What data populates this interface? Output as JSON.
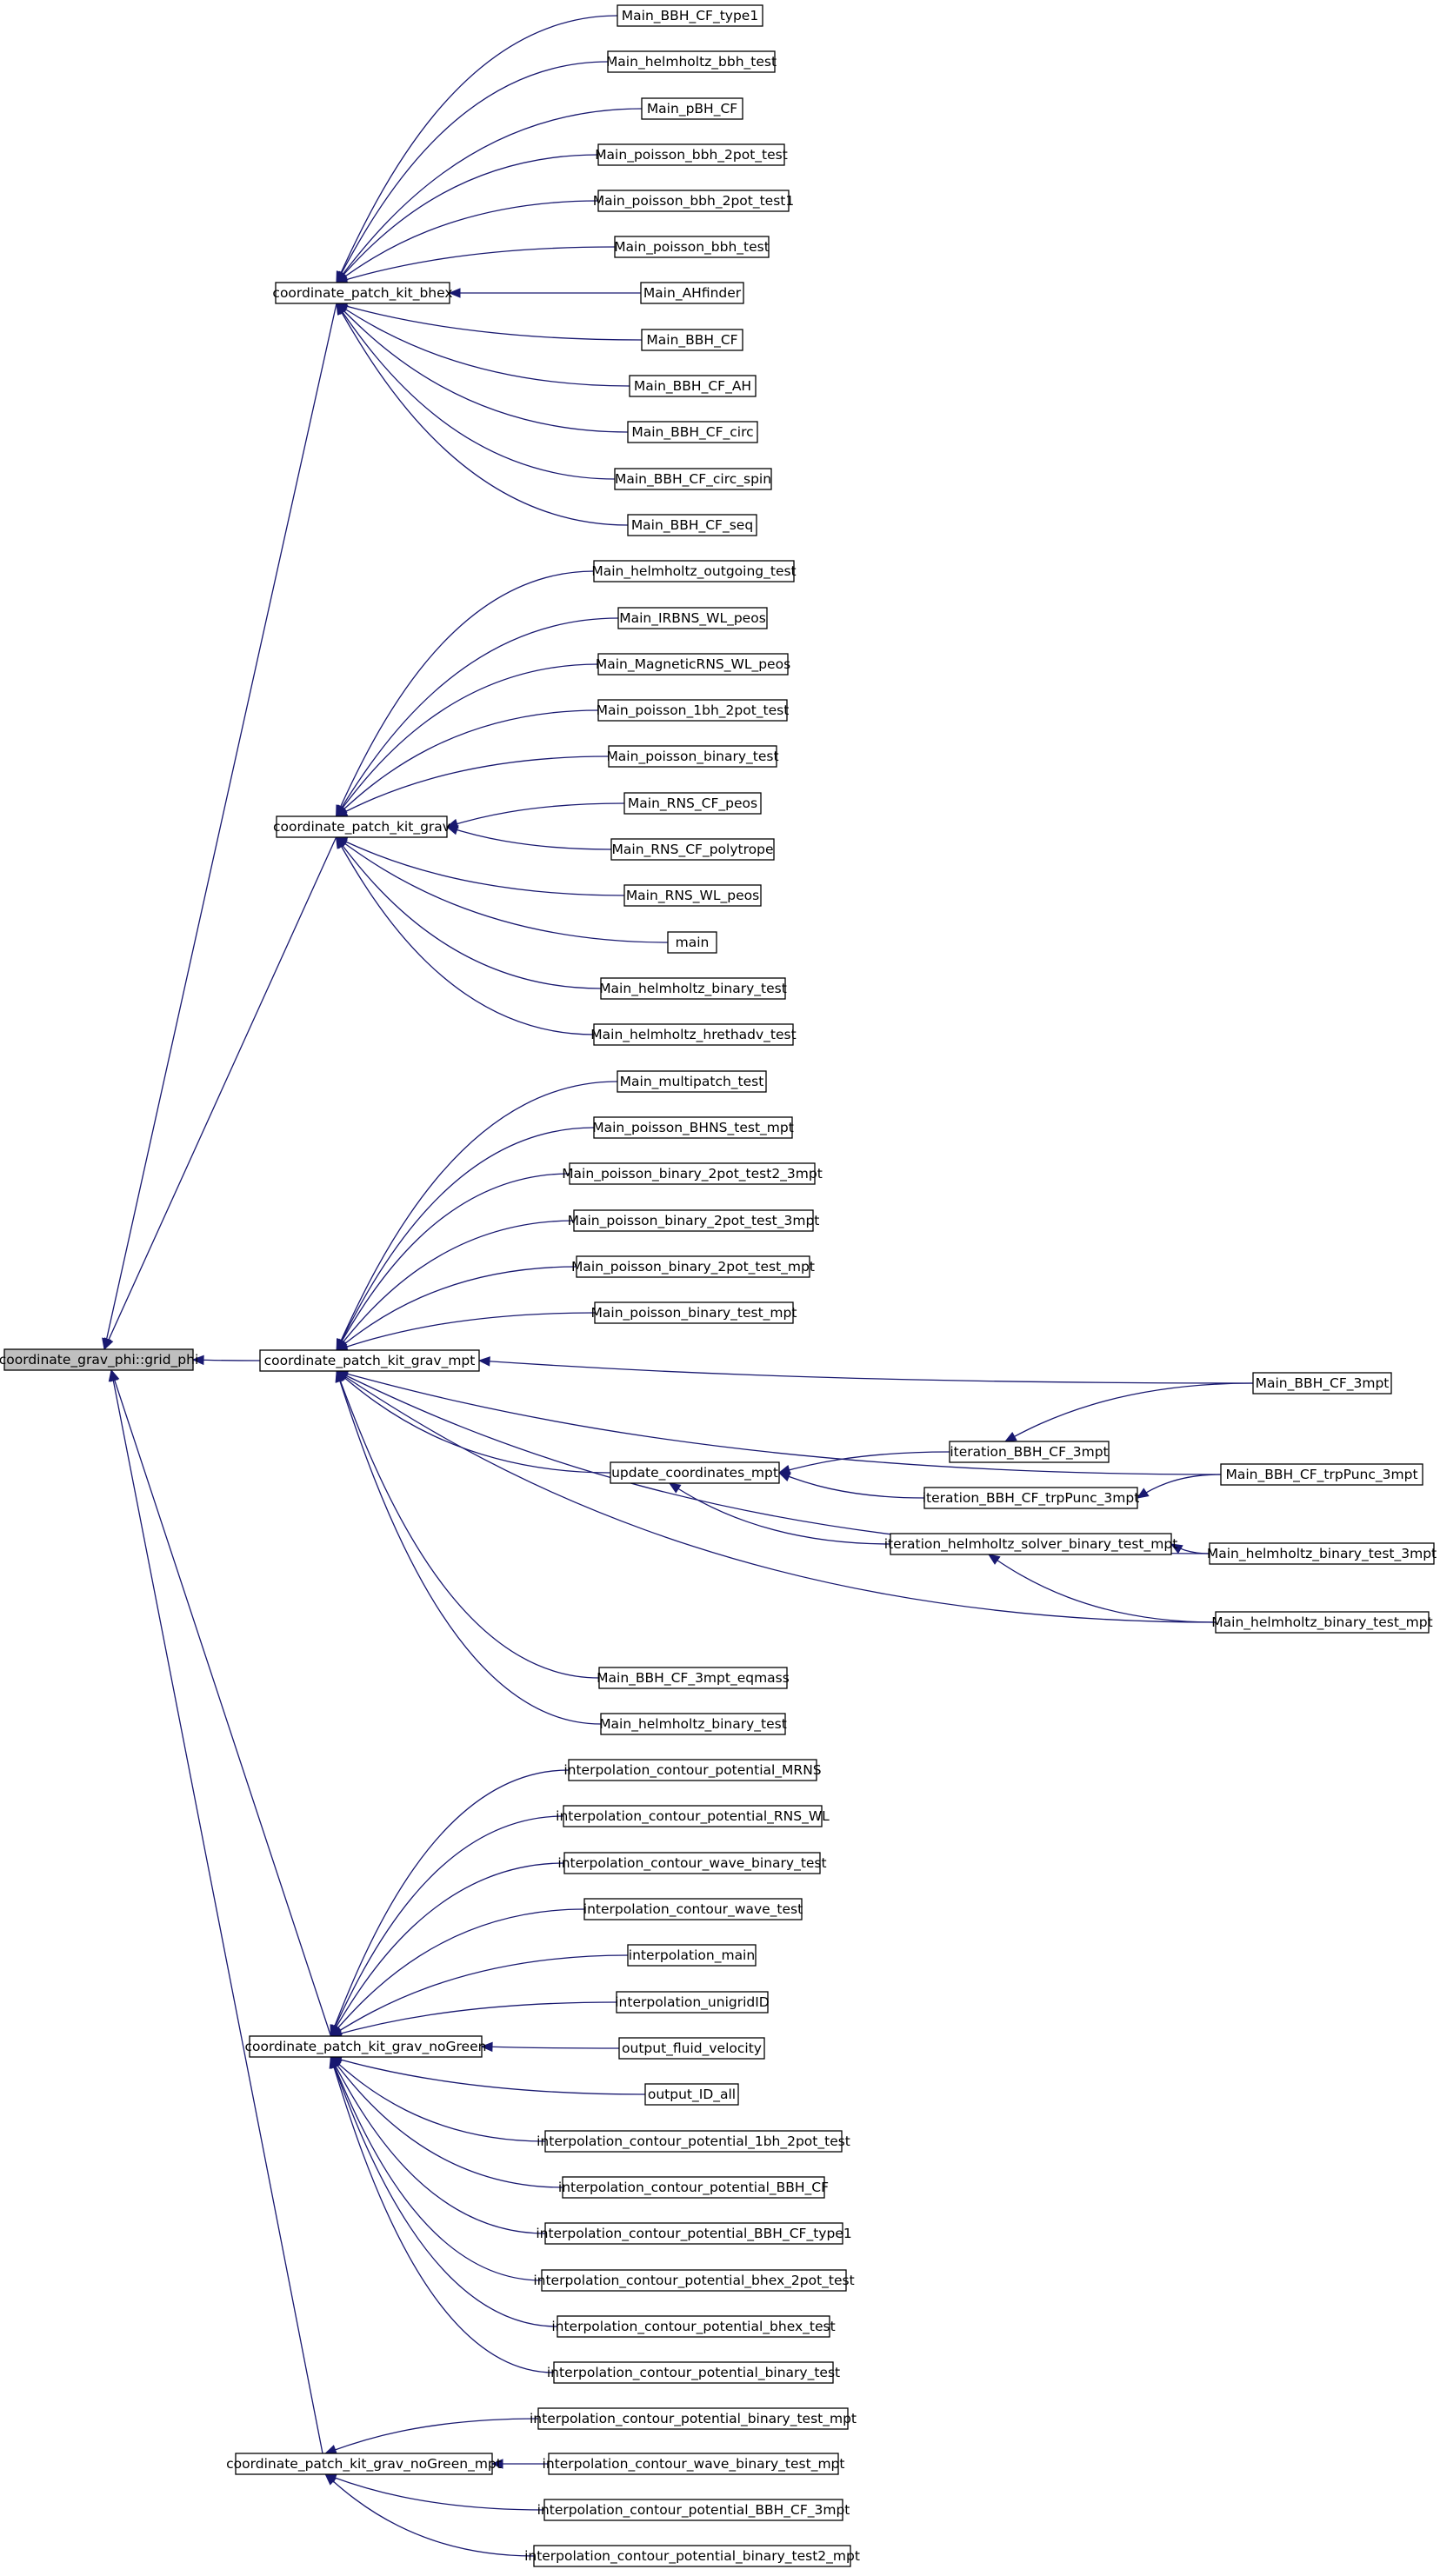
{
  "graph": {
    "colors": {
      "edge": "#191970",
      "root_fill": "#bfbfbf",
      "node_fill": "#ffffff",
      "border": "#000000"
    },
    "nodes": [
      {
        "id": "n0",
        "label": "coordinate_grav_phi::grid_phi",
        "root": true
      },
      {
        "id": "n1",
        "label": "coordinate_patch_kit_bhex"
      },
      {
        "id": "n2",
        "label": "coordinate_patch_kit_grav"
      },
      {
        "id": "n3",
        "label": "coordinate_patch_kit_grav_mpt"
      },
      {
        "id": "n4",
        "label": "coordinate_patch_kit_grav_noGreen"
      },
      {
        "id": "n5",
        "label": "coordinate_patch_kit_grav_noGreen_mpt"
      },
      {
        "id": "b1",
        "label": "Main_BBH_CF_type1"
      },
      {
        "id": "b2",
        "label": "Main_helmholtz_bbh_test"
      },
      {
        "id": "b3",
        "label": "Main_pBH_CF"
      },
      {
        "id": "b4",
        "label": "Main_poisson_bbh_2pot_test"
      },
      {
        "id": "b5",
        "label": "Main_poisson_bbh_2pot_test1"
      },
      {
        "id": "b6",
        "label": "Main_poisson_bbh_test"
      },
      {
        "id": "b7",
        "label": "Main_AHfinder"
      },
      {
        "id": "b8",
        "label": "Main_BBH_CF"
      },
      {
        "id": "b9",
        "label": "Main_BBH_CF_AH"
      },
      {
        "id": "b10",
        "label": "Main_BBH_CF_circ"
      },
      {
        "id": "b11",
        "label": "Main_BBH_CF_circ_spin"
      },
      {
        "id": "b12",
        "label": "Main_BBH_CF_seq"
      },
      {
        "id": "g1",
        "label": "Main_helmholtz_outgoing_test"
      },
      {
        "id": "g2",
        "label": "Main_IRBNS_WL_peos"
      },
      {
        "id": "g3",
        "label": "Main_MagneticRNS_WL_peos"
      },
      {
        "id": "g4",
        "label": "Main_poisson_1bh_2pot_test"
      },
      {
        "id": "g5",
        "label": "Main_poisson_binary_test"
      },
      {
        "id": "g6",
        "label": "Main_RNS_CF_peos"
      },
      {
        "id": "g7",
        "label": "Main_RNS_CF_polytrope"
      },
      {
        "id": "g8",
        "label": "Main_RNS_WL_peos"
      },
      {
        "id": "g9",
        "label": "main"
      },
      {
        "id": "g10",
        "label": "Main_helmholtz_binary_test"
      },
      {
        "id": "g11",
        "label": "Main_helmholtz_hrethadv_test"
      },
      {
        "id": "m1",
        "label": "Main_multipatch_test"
      },
      {
        "id": "m2",
        "label": "Main_poisson_BHNS_test_mpt"
      },
      {
        "id": "m3",
        "label": "Main_poisson_binary_2pot_test2_3mpt"
      },
      {
        "id": "m4",
        "label": "Main_poisson_binary_2pot_test_3mpt"
      },
      {
        "id": "m5",
        "label": "Main_poisson_binary_2pot_test_mpt"
      },
      {
        "id": "m6",
        "label": "Main_poisson_binary_test_mpt"
      },
      {
        "id": "m7",
        "label": "update_coordinates_mpt"
      },
      {
        "id": "m8",
        "label": "iteration_BBH_CF_3mpt"
      },
      {
        "id": "m9",
        "label": "iteration_BBH_CF_trpPunc_3mpt"
      },
      {
        "id": "m10",
        "label": "iteration_helmholtz_solver_binary_test_mpt"
      },
      {
        "id": "m11",
        "label": "Main_BBH_CF_3mpt"
      },
      {
        "id": "m12",
        "label": "Main_BBH_CF_trpPunc_3mpt"
      },
      {
        "id": "m13",
        "label": "Main_helmholtz_binary_test_3mpt"
      },
      {
        "id": "m14",
        "label": "Main_helmholtz_binary_test_mpt"
      },
      {
        "id": "m15",
        "label": "Main_BBH_CF_3mpt_eqmass"
      },
      {
        "id": "m16",
        "label": "Main_helmholtz_binary_test"
      },
      {
        "id": "ng1",
        "label": "interpolation_contour_potential_MRNS"
      },
      {
        "id": "ng2",
        "label": "interpolation_contour_potential_RNS_WL"
      },
      {
        "id": "ng3",
        "label": "interpolation_contour_wave_binary_test"
      },
      {
        "id": "ng4",
        "label": "interpolation_contour_wave_test"
      },
      {
        "id": "ng5",
        "label": "interpolation_main"
      },
      {
        "id": "ng6",
        "label": "interpolation_unigridID"
      },
      {
        "id": "ng7",
        "label": "output_fluid_velocity"
      },
      {
        "id": "ng8",
        "label": "output_ID_all"
      },
      {
        "id": "ng9",
        "label": "interpolation_contour_potential_1bh_2pot_test"
      },
      {
        "id": "ng10",
        "label": "interpolation_contour_potential_BBH_CF"
      },
      {
        "id": "ng11",
        "label": "interpolation_contour_potential_BBH_CF_type1"
      },
      {
        "id": "ng12",
        "label": "interpolation_contour_potential_bhex_2pot_test"
      },
      {
        "id": "ng13",
        "label": "interpolation_contour_potential_bhex_test"
      },
      {
        "id": "ng14",
        "label": "interpolation_contour_potential_binary_test"
      },
      {
        "id": "nm1",
        "label": "interpolation_contour_potential_binary_test_mpt"
      },
      {
        "id": "nm2",
        "label": "interpolation_contour_wave_binary_test_mpt"
      },
      {
        "id": "nm3",
        "label": "interpolation_contour_potential_BBH_CF_3mpt"
      },
      {
        "id": "nm4",
        "label": "interpolation_contour_potential_binary_test2_mpt"
      }
    ],
    "edges": [
      [
        "n1",
        "n0"
      ],
      [
        "n2",
        "n0"
      ],
      [
        "n3",
        "n0"
      ],
      [
        "n4",
        "n0"
      ],
      [
        "n5",
        "n0"
      ],
      [
        "b1",
        "n1"
      ],
      [
        "b2",
        "n1"
      ],
      [
        "b3",
        "n1"
      ],
      [
        "b4",
        "n1"
      ],
      [
        "b5",
        "n1"
      ],
      [
        "b6",
        "n1"
      ],
      [
        "b7",
        "n1"
      ],
      [
        "b8",
        "n1"
      ],
      [
        "b9",
        "n1"
      ],
      [
        "b10",
        "n1"
      ],
      [
        "b11",
        "n1"
      ],
      [
        "b12",
        "n1"
      ],
      [
        "g1",
        "n2"
      ],
      [
        "g2",
        "n2"
      ],
      [
        "g3",
        "n2"
      ],
      [
        "g4",
        "n2"
      ],
      [
        "g5",
        "n2"
      ],
      [
        "g6",
        "n2"
      ],
      [
        "g7",
        "n2"
      ],
      [
        "g8",
        "n2"
      ],
      [
        "g9",
        "n2"
      ],
      [
        "g10",
        "n2"
      ],
      [
        "g11",
        "n2"
      ],
      [
        "m1",
        "n3"
      ],
      [
        "m2",
        "n3"
      ],
      [
        "m3",
        "n3"
      ],
      [
        "m4",
        "n3"
      ],
      [
        "m5",
        "n3"
      ],
      [
        "m6",
        "n3"
      ],
      [
        "m7",
        "n3"
      ],
      [
        "m11",
        "n3"
      ],
      [
        "m12",
        "n3"
      ],
      [
        "m13",
        "n3"
      ],
      [
        "m14",
        "n3"
      ],
      [
        "m15",
        "n3"
      ],
      [
        "m16",
        "n3"
      ],
      [
        "m8",
        "m7"
      ],
      [
        "m9",
        "m7"
      ],
      [
        "m10",
        "m7"
      ],
      [
        "m11",
        "m8"
      ],
      [
        "m12",
        "m9"
      ],
      [
        "m13",
        "m10"
      ],
      [
        "m14",
        "m10"
      ],
      [
        "ng1",
        "n4"
      ],
      [
        "ng2",
        "n4"
      ],
      [
        "ng3",
        "n4"
      ],
      [
        "ng4",
        "n4"
      ],
      [
        "ng5",
        "n4"
      ],
      [
        "ng6",
        "n4"
      ],
      [
        "ng7",
        "n4"
      ],
      [
        "ng8",
        "n4"
      ],
      [
        "ng9",
        "n4"
      ],
      [
        "ng10",
        "n4"
      ],
      [
        "ng11",
        "n4"
      ],
      [
        "ng12",
        "n4"
      ],
      [
        "ng13",
        "n4"
      ],
      [
        "ng14",
        "n4"
      ],
      [
        "nm1",
        "n5"
      ],
      [
        "nm2",
        "n5"
      ],
      [
        "nm3",
        "n5"
      ],
      [
        "nm4",
        "n5"
      ]
    ]
  }
}
